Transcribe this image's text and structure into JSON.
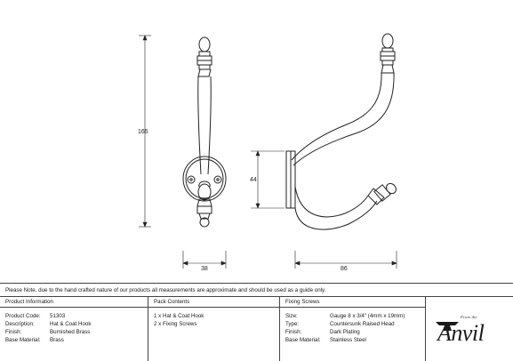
{
  "dimensions": {
    "height_total": "165",
    "plate_height": "44",
    "width_front": "38",
    "projection": "86"
  },
  "note": "Please Note, due to the hand crafted nature of our products all measurements are approximate and should be used as a guide only.",
  "product_information": {
    "header": "Product Information",
    "rows": [
      {
        "label": "Product Code:",
        "value": "51303"
      },
      {
        "label": "Description:",
        "value": "Hat & Coat Hook"
      },
      {
        "label": "Finish:",
        "value": "Burnished Brass"
      },
      {
        "label": "Base Material:",
        "value": "Brass"
      }
    ]
  },
  "pack_contents": {
    "header": "Pack Contents",
    "items": [
      "1 x Hat & Coat Hook",
      "2 x Fixing Screws"
    ]
  },
  "fixing_screws": {
    "header": "Fixing Screws",
    "rows": [
      {
        "label": "Size:",
        "value": "Gauge 8 x 3/4\" (4mm x 19mm)"
      },
      {
        "label": "Type:",
        "value": "Countersunk Raised Head"
      },
      {
        "label": "Finish:",
        "value": "Dark Plating"
      },
      {
        "label": "Base Material:",
        "value": "Stainless Steel"
      }
    ]
  },
  "logo": {
    "tagline": "From the",
    "brand": "Anvil"
  }
}
